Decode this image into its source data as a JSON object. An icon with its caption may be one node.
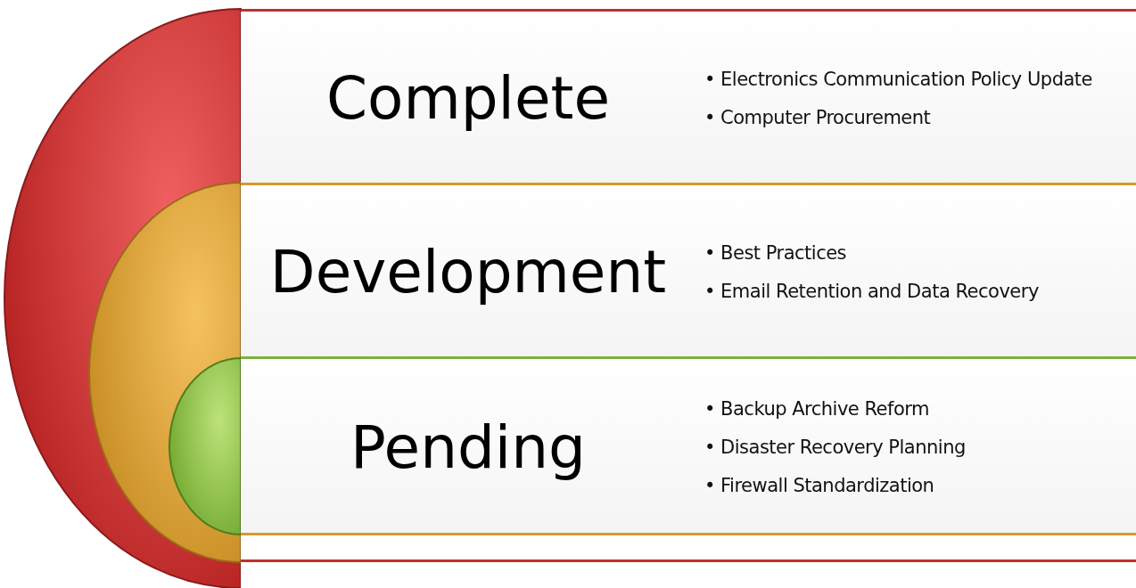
{
  "diagram": {
    "nodes": [
      {
        "text": [
          "Complete",
          "• Electronics Communication Policy Update",
          "• Computer Procurement"
        ]
      },
      {
        "text": [
          "Development",
          "• Best Practices",
          "• Email Retention and Data Recovery"
        ]
      },
      {
        "text": [
          "Pending",
          "• Backup Archive Reform",
          "• Disaster Recovery Planning",
          "• Firewall Standardization"
        ]
      },
      {
        "text": [],
        "shape": "bar"
      },
      {
        "text": [],
        "shape": "bar"
      }
    ]
  }
}
